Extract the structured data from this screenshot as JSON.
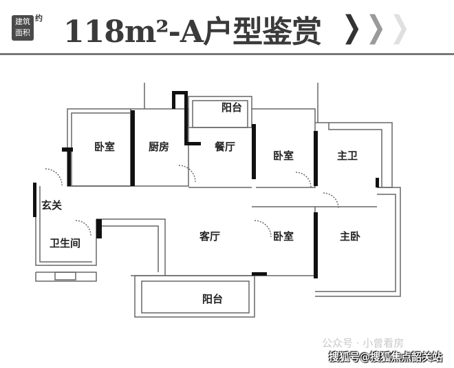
{
  "header": {
    "badge_line1": "建筑",
    "badge_line2": "面积",
    "badge_note": "约",
    "title": "118m²-A户型鉴赏",
    "chevron_colors": [
      "#333333",
      "#9a9a9a",
      "#e0e0e0"
    ]
  },
  "rooms": {
    "balcony_top": "阳台",
    "bedroom_1": "卧室",
    "kitchen": "厨房",
    "dining": "餐厅",
    "bedroom_2": "卧室",
    "master_bath": "主卫",
    "foyer": "玄关",
    "living": "客厅",
    "bedroom_3": "卧室",
    "master_bedroom": "主卧",
    "bathroom": "卫生间",
    "balcony_bottom": "阳台"
  },
  "watermark": {
    "wechat": "公众号 · 小曾看房",
    "sohu": "搜狐号@搜狐焦点韶关站"
  }
}
